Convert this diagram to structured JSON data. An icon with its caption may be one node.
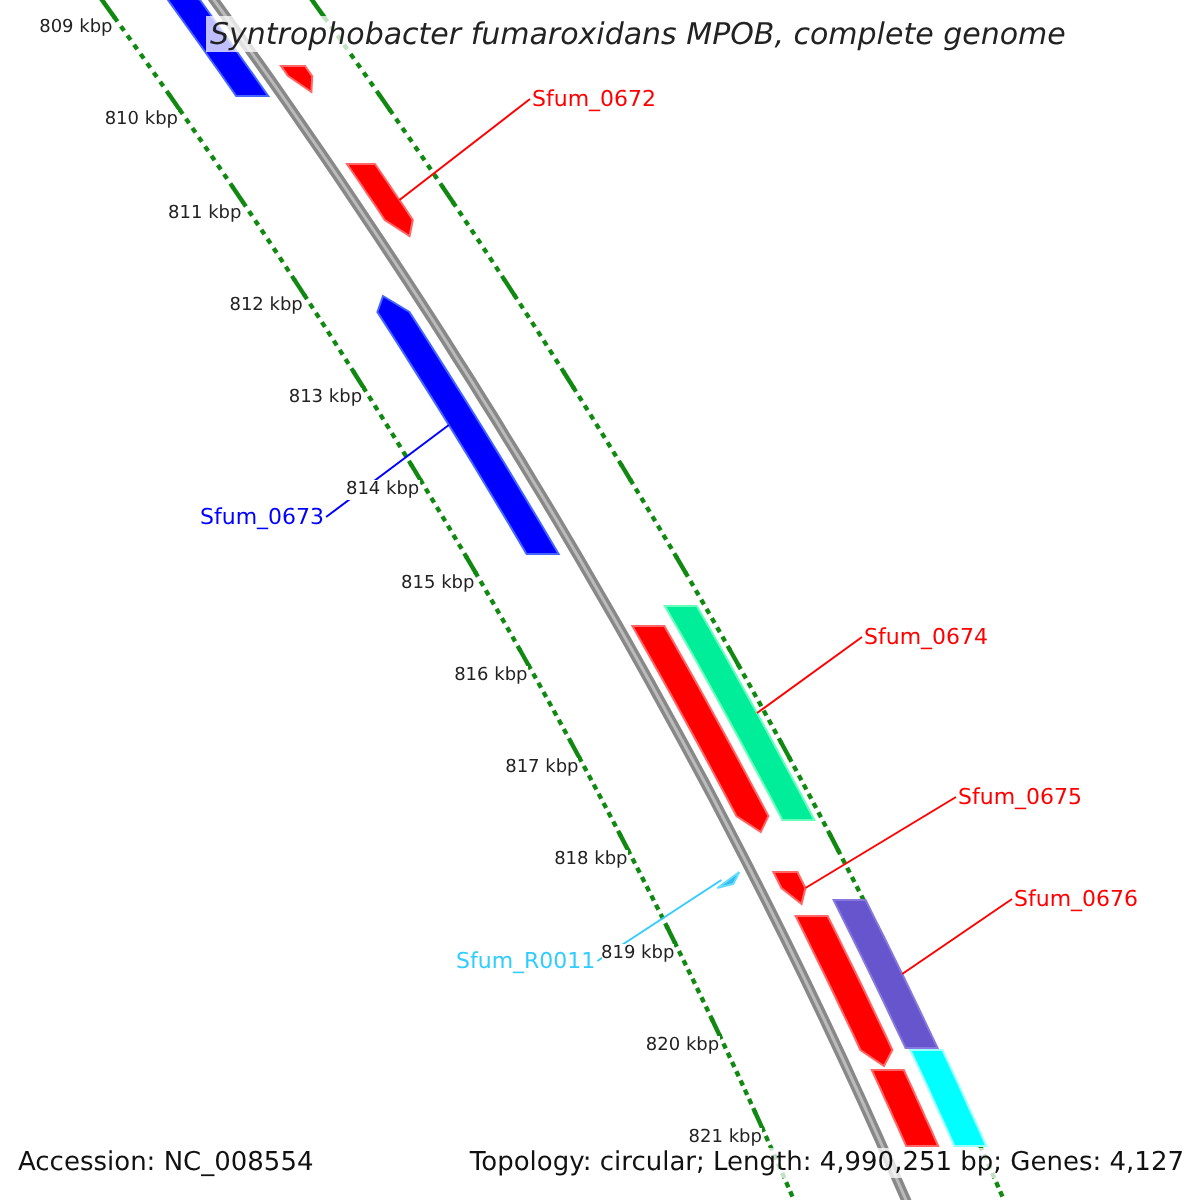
{
  "diagram": {
    "title": "Syntrophobacter fumaroxidans MPOB, complete genome",
    "nodes": [
      {
        "text": [
          "Sfum_0672"
        ]
      },
      {
        "text": [
          "Sfum_0673"
        ]
      },
      {
        "text": [
          "Sfum_0674"
        ]
      },
      {
        "text": [
          "Sfum_0675"
        ]
      },
      {
        "text": [
          "Sfum_0676"
        ]
      },
      {
        "text": [
          "Sfum_R0011"
        ]
      },
      {
        "text": [],
        "shape": "arrow"
      },
      {
        "text": [],
        "shape": "arrow"
      },
      {
        "text": [],
        "shape": "arrow"
      },
      {
        "text": [],
        "shape": "arrow"
      },
      {
        "text": [],
        "shape": "triangle"
      },
      {
        "text": [],
        "shape": "arrow"
      },
      {
        "text": [],
        "shape": "bar"
      },
      {
        "text": [],
        "shape": "arrow"
      },
      {
        "text": [],
        "shape": "arrow"
      },
      {
        "text": [],
        "shape": "bar"
      },
      {
        "text": [],
        "shape": "bar"
      },
      {
        "text": [],
        "shape": "bar"
      }
    ],
    "edges": [
      {
        "from": 0,
        "to": 8,
        "arrow": "none"
      },
      {
        "from": 1,
        "to": 9,
        "arrow": "none",
        "color": "#0000ff"
      },
      {
        "from": 2,
        "to": 12,
        "arrow": "none"
      },
      {
        "from": 3,
        "to": 13,
        "arrow": "none"
      },
      {
        "from": 4,
        "to": 15,
        "arrow": "none"
      },
      {
        "from": 5,
        "to": 10,
        "arrow": "none",
        "color": "#33ccff"
      }
    ],
    "labels": [
      "809 kbp",
      "810 kbp",
      "811 kbp",
      "812 kbp",
      "813 kbp",
      "814 kbp",
      "815 kbp",
      "816 kbp",
      "817 kbp",
      "818 kbp",
      "819 kbp",
      "820 kbp",
      "821 kbp",
      "Accession: NC_008554",
      "Topology: circular; Length: 4,990,251 bp; Genes: 4,127"
    ]
  }
}
